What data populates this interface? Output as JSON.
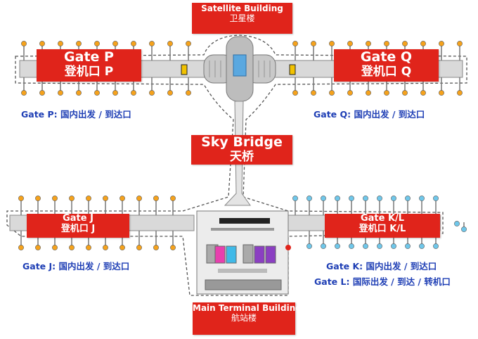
{
  "labels": {
    "satellite": {
      "en": "Satellite Building",
      "zh": "卫星楼"
    },
    "gate_p": {
      "en": "Gate P",
      "zh": "登机口 P"
    },
    "gate_q": {
      "en": "Gate Q",
      "zh": "登机口 Q"
    },
    "sky_bridge": {
      "en": "Sky Bridge",
      "zh": "天桥"
    },
    "gate_j": {
      "en": "Gate J",
      "zh": "登机口 J"
    },
    "gate_kl": {
      "en": "Gate K/L",
      "zh": "登机口 K/L"
    },
    "main_terminal": {
      "en": "Main Terminal Building",
      "zh": "航站楼"
    }
  },
  "descriptions": {
    "gate_p": "Gate P: 国内出发 / 到达口",
    "gate_q": "Gate Q: 国内出发 / 到达口",
    "gate_j": "Gate J: 国内出发 / 到达口",
    "gate_k": "Gate K: 国内出发 / 到达口",
    "gate_l": "Gate L: 国际出发 / 到达 / 转机口"
  },
  "colors": {
    "label_red": "#e0241b",
    "desc_blue": "#1f3fb5",
    "stand_orange": "#f5a21c",
    "stand_cyan": "#6fc7ea",
    "pier": "#d9d9d9",
    "escalator_yellow": "#f2c200"
  }
}
